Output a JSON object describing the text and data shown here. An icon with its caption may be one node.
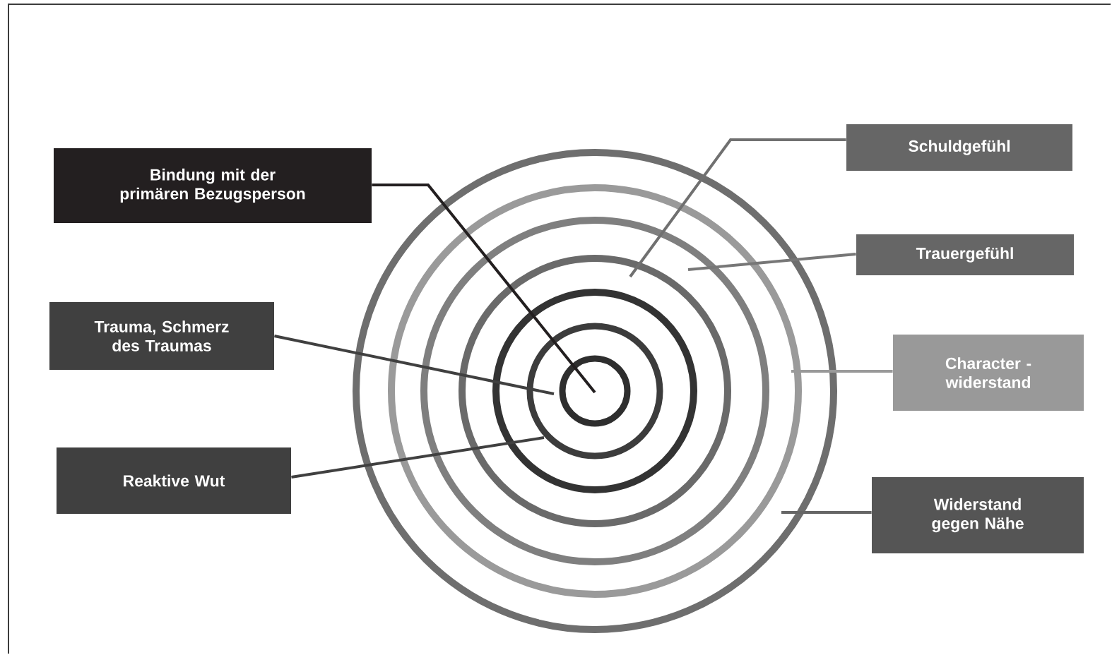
{
  "diagram": {
    "nodes": [
      {
        "text": [
          "Bindung mit der primären Bezugsperson"
        ]
      },
      {
        "text": [
          "Trauma, Schmerz des Traumas"
        ]
      },
      {
        "text": [
          "Reaktive Wut"
        ]
      },
      {
        "text": [
          "Schuldgefühl"
        ]
      },
      {
        "text": [
          "Trauergefühl"
        ]
      },
      {
        "text": [
          "Character - widerstand"
        ]
      },
      {
        "text": [
          "Widerstand gegen Nähe"
        ]
      }
    ],
    "edges": [
      {
        "from": 0,
        "to": null,
        "arrow": "none"
      },
      {
        "from": 1,
        "to": null,
        "arrow": "none"
      },
      {
        "from": 2,
        "to": null,
        "arrow": "none"
      },
      {
        "from": 3,
        "to": null,
        "arrow": "none"
      },
      {
        "from": 4,
        "to": null,
        "arrow": "none"
      },
      {
        "from": 5,
        "to": null,
        "arrow": "none"
      },
      {
        "from": 6,
        "to": null,
        "arrow": "none"
      }
    ]
  }
}
